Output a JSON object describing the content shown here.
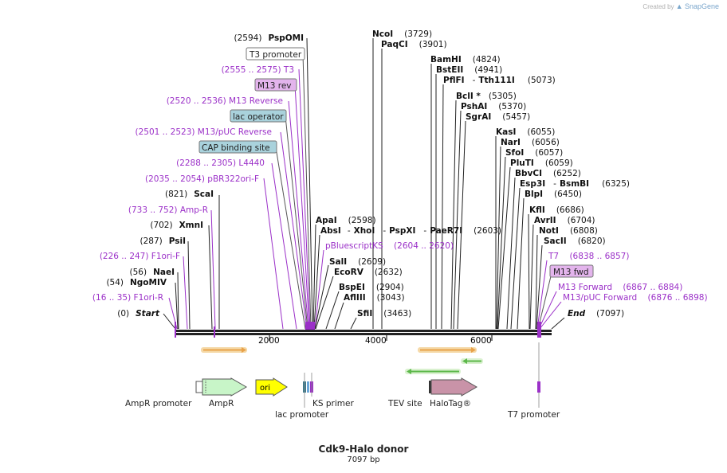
{
  "credit": {
    "created_by": "Created by",
    "brand": "SnapGene"
  },
  "title": "Cdk9-Halo donor",
  "subtitle": "7097 bp",
  "ticks": [
    "2000",
    "4000",
    "6000"
  ],
  "labels": [
    {
      "pos": "(2594)",
      "name": "PspOMI"
    },
    {
      "box": "T3 promoter"
    },
    {
      "feat": "(2555 .. 2575)  T3"
    },
    {
      "box": "M13 rev"
    },
    {
      "feat": "(2520 .. 2536)  M13 Reverse"
    },
    {
      "box": "lac operator"
    },
    {
      "feat": "(2501 .. 2523)  M13/pUC Reverse"
    },
    {
      "box": "CAP binding site"
    },
    {
      "feat": "(2288 .. 2305)  L4440"
    },
    {
      "feat": "(2035 .. 2054)  pBR322ori-F"
    },
    {
      "pos": "(821)",
      "name": "ScaI"
    },
    {
      "feat": "(733 .. 752)  Amp-R"
    },
    {
      "pos": "(702)",
      "name": "XmnI"
    },
    {
      "pos": "(287)",
      "name": "PsiI"
    },
    {
      "feat": "(226 .. 247)  F1ori-F"
    },
    {
      "pos": "(56)",
      "name": "NaeI"
    },
    {
      "pos": "(54)",
      "name": "NgoMIV"
    },
    {
      "feat": "(16 .. 35)  F1ori-R"
    },
    {
      "pos": "(0)",
      "name": "Start"
    },
    {
      "name": "NcoI",
      "pos": "(3729)"
    },
    {
      "name": "PaqCI",
      "pos": "(3901)"
    },
    {
      "name": "ApaI",
      "pos": "(2598)"
    },
    {
      "name": "AbsI",
      "sep": "-",
      "name2": "XhoI",
      "sep2": "-",
      "name3": "PspXI",
      "sep3": "-",
      "name4": "PaeR7I",
      "pos": "(2603)"
    },
    {
      "feat": "pBluescriptKS    (2604 .. 2620)"
    },
    {
      "name": "SalI",
      "pos": "(2609)"
    },
    {
      "name": "EcoRV",
      "pos": "(2632)"
    },
    {
      "name": "BspEI",
      "pos": "(2904)"
    },
    {
      "name": "AflIII",
      "pos": "(3043)"
    },
    {
      "name": "SfiI",
      "pos": "(3463)"
    },
    {
      "name": "BamHI",
      "pos": "(4824)"
    },
    {
      "name": "BstEII",
      "pos": "(4941)"
    },
    {
      "name": "PflFI",
      "sep": "-",
      "name2": "Tth111I",
      "pos": "(5073)"
    },
    {
      "name": "BclI *",
      "pos": "(5305)"
    },
    {
      "name": "PshAI",
      "pos": "(5370)"
    },
    {
      "name": "SgrAI",
      "pos": "(5457)"
    },
    {
      "name": "KasI",
      "pos": "(6055)"
    },
    {
      "name": "NarI",
      "pos": "(6056)"
    },
    {
      "name": "SfoI",
      "pos": "(6057)"
    },
    {
      "name": "PluTI",
      "pos": "(6059)"
    },
    {
      "name": "BbvCI",
      "pos": "(6252)"
    },
    {
      "name": "Esp3I",
      "sep": "-",
      "name2": "BsmBI",
      "pos": "(6325)"
    },
    {
      "name": "BlpI",
      "pos": "(6450)"
    },
    {
      "name": "KflI",
      "pos": "(6686)"
    },
    {
      "name": "AvrII",
      "pos": "(6704)"
    },
    {
      "name": "NotI",
      "pos": "(6808)"
    },
    {
      "name": "SacII",
      "pos": "(6820)"
    },
    {
      "feat": "T7    (6838 .. 6857)"
    },
    {
      "box": "M13 fwd"
    },
    {
      "feat": "M13 Forward    (6867 .. 6884)"
    },
    {
      "feat": "M13/pUC Forward    (6876 .. 6898)"
    },
    {
      "name": "End",
      "pos": "(7097)"
    }
  ],
  "features": [
    {
      "name": "AmpR promoter"
    },
    {
      "name": "AmpR"
    },
    {
      "name": "ori"
    },
    {
      "name": "lac promoter"
    },
    {
      "name": "KS primer"
    },
    {
      "name": "TEV site"
    },
    {
      "name": "HaloTag®"
    },
    {
      "name": "T7 promoter"
    }
  ],
  "colors": {
    "enzyme_text": "#111111",
    "feature_text": "#9b30c8",
    "box_purple_fill": "#e3b4ec",
    "box_blue_fill": "#a9d2dc",
    "box_white_fill": "#ffffff",
    "ampr_fill": "#c8f5c8",
    "ori_fill": "#ffff00",
    "halotag_fill": "#c993a8",
    "orf_orange": "#e8a24a",
    "orf_green": "#5cb84a"
  }
}
